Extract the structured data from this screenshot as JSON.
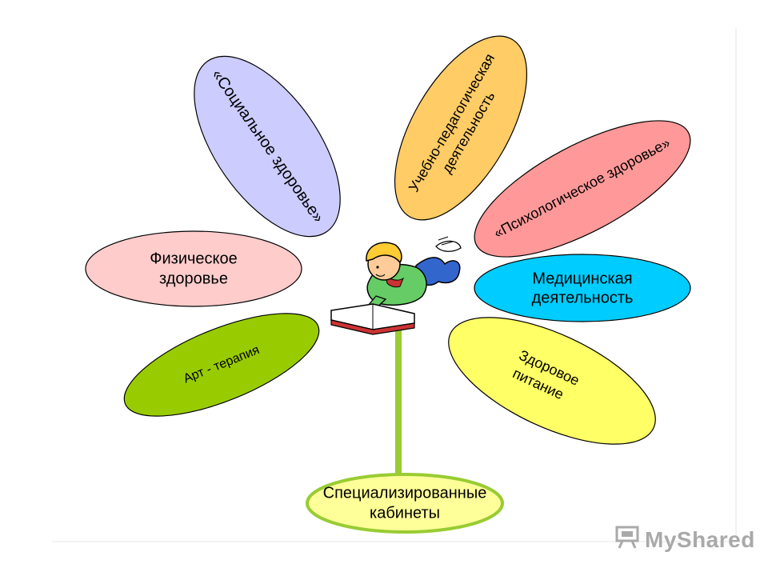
{
  "petals": [
    {
      "id": "social",
      "label_lines": [
        "«Социальное здоровье»"
      ],
      "color": "#ccccff"
    },
    {
      "id": "teaching",
      "label_lines": [
        "Учебно-педагогическая",
        "деятельность"
      ],
      "color": "#ffcc66"
    },
    {
      "id": "psych",
      "label_lines": [
        "«Психологическое здоровье»"
      ],
      "color": "#ff9999"
    },
    {
      "id": "physical",
      "label_lines": [
        "Физическое",
        "здоровье"
      ],
      "color": "#ffcccc"
    },
    {
      "id": "medical",
      "label_lines": [
        "Медицинская",
        "деятельность"
      ],
      "color": "#00ccff"
    },
    {
      "id": "art",
      "label_lines": [
        "Арт - терапия"
      ],
      "color": "#99cc00"
    },
    {
      "id": "nutrition",
      "label_lines": [
        "Здоровое",
        "питание"
      ],
      "color": "#ffff66"
    }
  ],
  "base": {
    "label_lines": [
      "Специализированные",
      "кабинеты"
    ],
    "color": "#ffff99",
    "stroke": "#99cc33"
  },
  "stem_color": "#99cc33",
  "watermark": {
    "text": "MyShared",
    "icon": "presentation-board-icon"
  }
}
